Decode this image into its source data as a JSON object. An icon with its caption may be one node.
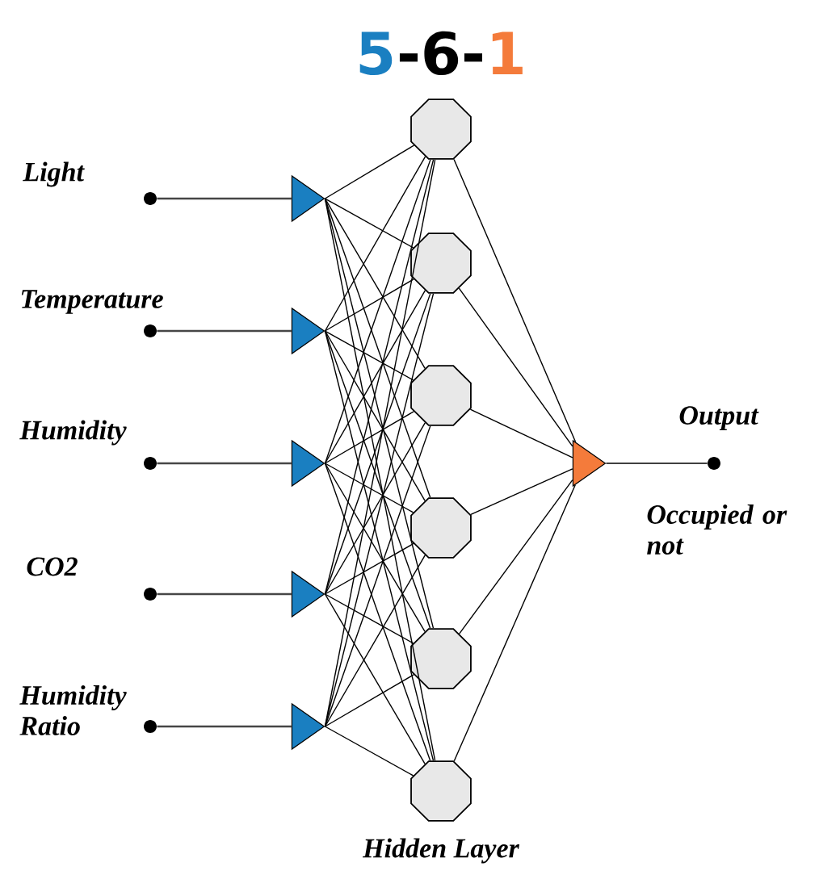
{
  "diagram": {
    "nodes": [
      {
        "text": [],
        "shape": "circle",
        "beside": [
          "Light"
        ]
      },
      {
        "text": [],
        "shape": "circle",
        "beside": [
          "Temperature"
        ]
      },
      {
        "text": [],
        "shape": "circle",
        "beside": [
          "Humidity"
        ]
      },
      {
        "text": [],
        "shape": "circle",
        "beside": [
          "CO2"
        ]
      },
      {
        "text": [],
        "shape": "circle",
        "beside": [
          "Humidity Ratio"
        ]
      },
      {
        "text": [],
        "shape": "triangle"
      },
      {
        "text": [],
        "shape": "triangle"
      },
      {
        "text": [],
        "shape": "triangle"
      },
      {
        "text": [],
        "shape": "triangle"
      },
      {
        "text": [],
        "shape": "triangle"
      },
      {
        "text": [],
        "shape": "circle"
      },
      {
        "text": [],
        "shape": "circle"
      },
      {
        "text": [],
        "shape": "circle"
      },
      {
        "text": [],
        "shape": "circle"
      },
      {
        "text": [],
        "shape": "circle"
      },
      {
        "text": [],
        "shape": "circle"
      },
      {
        "text": [],
        "shape": "triangle"
      },
      {
        "text": [],
        "shape": "circle",
        "beside": [
          "Output",
          "Occupied or not"
        ]
      }
    ],
    "edges": [
      {
        "from": 0,
        "to": 5,
        "arrow": "none"
      },
      {
        "from": 1,
        "to": 6,
        "arrow": "none"
      },
      {
        "from": 2,
        "to": 7,
        "arrow": "none"
      },
      {
        "from": 3,
        "to": 8,
        "arrow": "none"
      },
      {
        "from": 4,
        "to": 9,
        "arrow": "none"
      },
      {
        "from": 5,
        "to": 10,
        "arrow": "none"
      },
      {
        "from": 5,
        "to": 11,
        "arrow": "none"
      },
      {
        "from": 5,
        "to": 12,
        "arrow": "none"
      },
      {
        "from": 5,
        "to": 13,
        "arrow": "none"
      },
      {
        "from": 5,
        "to": 14,
        "arrow": "none"
      },
      {
        "from": 5,
        "to": 15,
        "arrow": "none"
      },
      {
        "from": 6,
        "to": 10,
        "arrow": "none"
      },
      {
        "from": 6,
        "to": 11,
        "arrow": "none"
      },
      {
        "from": 6,
        "to": 12,
        "arrow": "none"
      },
      {
        "from": 6,
        "to": 13,
        "arrow": "none"
      },
      {
        "from": 6,
        "to": 14,
        "arrow": "none"
      },
      {
        "from": 6,
        "to": 15,
        "arrow": "none"
      },
      {
        "from": 7,
        "to": 10,
        "arrow": "none"
      },
      {
        "from": 7,
        "to": 11,
        "arrow": "none"
      },
      {
        "from": 7,
        "to": 12,
        "arrow": "none"
      },
      {
        "from": 7,
        "to": 13,
        "arrow": "none"
      },
      {
        "from": 7,
        "to": 14,
        "arrow": "none"
      },
      {
        "from": 7,
        "to": 15,
        "arrow": "none"
      },
      {
        "from": 8,
        "to": 10,
        "arrow": "none"
      },
      {
        "from": 8,
        "to": 11,
        "arrow": "none"
      },
      {
        "from": 8,
        "to": 12,
        "arrow": "none"
      },
      {
        "from": 8,
        "to": 13,
        "arrow": "none"
      },
      {
        "from": 8,
        "to": 14,
        "arrow": "none"
      },
      {
        "from": 8,
        "to": 15,
        "arrow": "none"
      },
      {
        "from": 9,
        "to": 10,
        "arrow": "none"
      },
      {
        "from": 9,
        "to": 11,
        "arrow": "none"
      },
      {
        "from": 9,
        "to": 12,
        "arrow": "none"
      },
      {
        "from": 9,
        "to": 13,
        "arrow": "none"
      },
      {
        "from": 9,
        "to": 14,
        "arrow": "none"
      },
      {
        "from": 9,
        "to": 15,
        "arrow": "none"
      },
      {
        "from": 10,
        "to": 16,
        "arrow": "none"
      },
      {
        "from": 11,
        "to": 16,
        "arrow": "none"
      },
      {
        "from": 12,
        "to": 16,
        "arrow": "none"
      },
      {
        "from": 13,
        "to": 16,
        "arrow": "none"
      },
      {
        "from": 14,
        "to": 16,
        "arrow": "none"
      },
      {
        "from": 15,
        "to": 16,
        "arrow": "none"
      },
      {
        "from": 16,
        "to": 17,
        "arrow": "none"
      }
    ],
    "labels": [
      "5",
      "-6-",
      "1",
      "Hidden Layer"
    ]
  }
}
